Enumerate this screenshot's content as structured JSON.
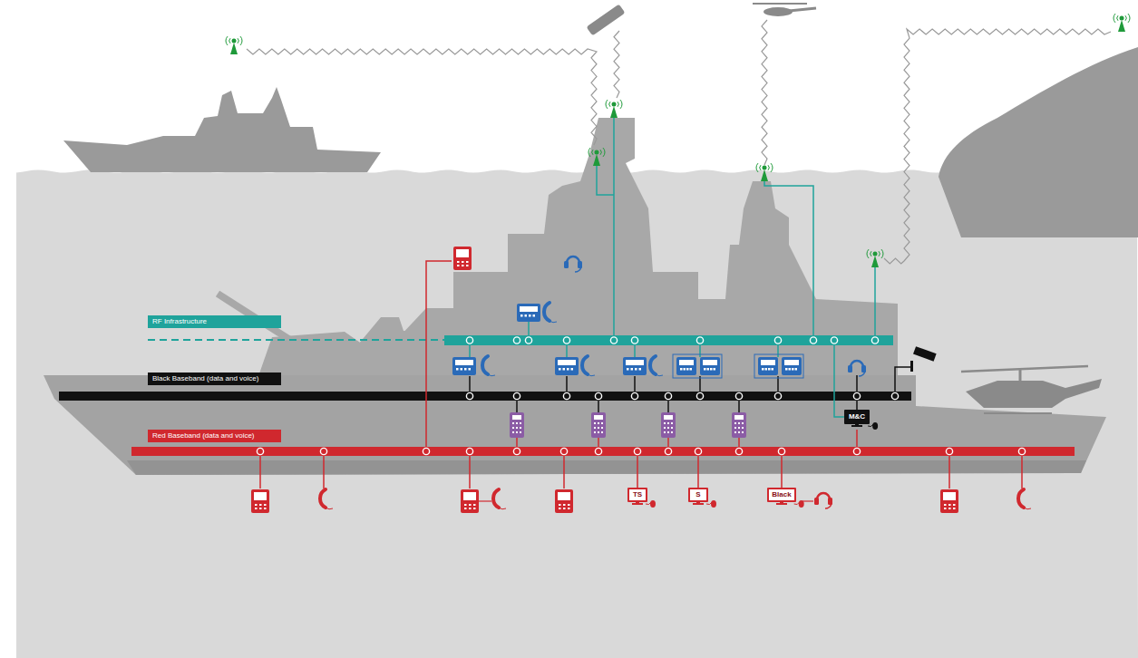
{
  "diagram": {
    "nodes": [
      {
        "text": [
          "RF Infrastructure"
        ]
      },
      {
        "text": [
          "Black Baseband (data and voice)"
        ]
      },
      {
        "text": [
          "Red Baseband (data and voice)"
        ]
      },
      {
        "text": [
          "M&C"
        ]
      },
      {
        "text": [
          "TS"
        ]
      },
      {
        "text": [
          "S"
        ]
      },
      {
        "text": [
          "Black"
        ]
      }
    ]
  }
}
